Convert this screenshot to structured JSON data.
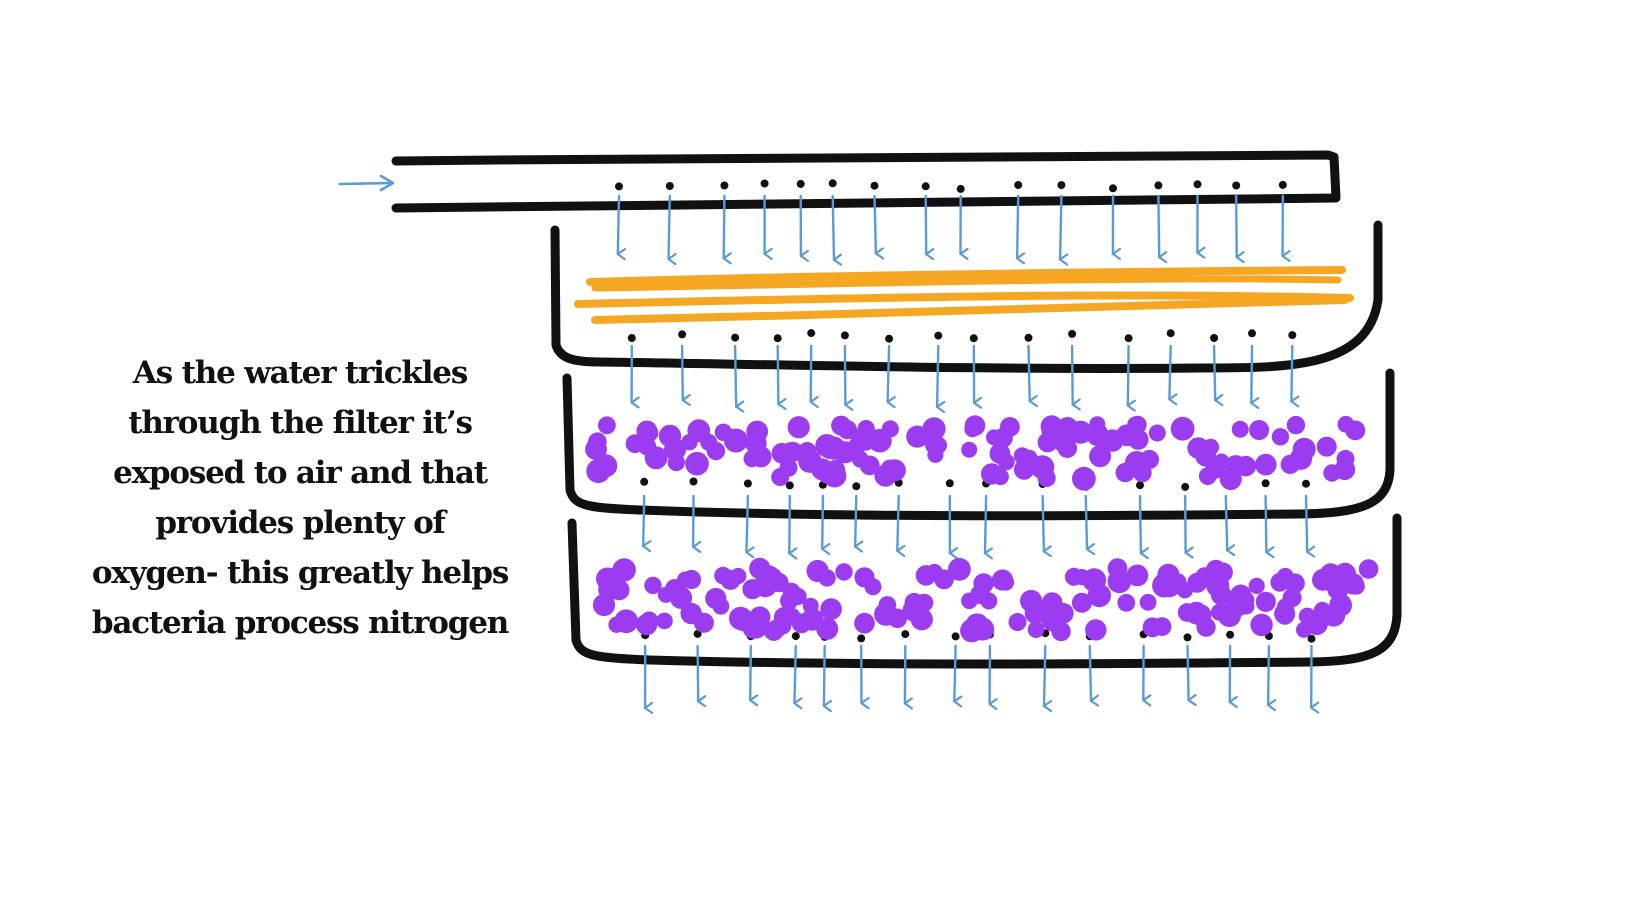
{
  "caption": {
    "lines": [
      "As the water trickles",
      "through the filter it’s",
      "exposed to air and that",
      "provides plenty of",
      "oxygen- this greatly helps",
      "bacteria process nitrogen"
    ]
  },
  "colors": {
    "outline": "#111111",
    "water_arrow": "#5b9bd5",
    "floss": "#f5a623",
    "media": "#9b3cf0",
    "drop": "#111111"
  },
  "icons": {
    "inflow": "arrow-right-icon",
    "water_flow": "arrow-down-icon"
  }
}
